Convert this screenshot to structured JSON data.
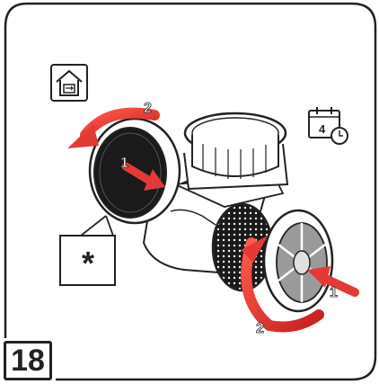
{
  "step": {
    "number": "18"
  },
  "callout": {
    "symbol": "*"
  },
  "arrows": {
    "left_rotate_step": "2",
    "left_push_step": "1",
    "right_rotate_step": "2",
    "right_push_step": "1"
  },
  "icons": {
    "house": "home-recirculation-icon",
    "calendar": "calendar-maintenance-icon"
  },
  "colors": {
    "arrow_red": "#e53935",
    "outline": "#222222",
    "filter_dark": "#1a1a1a",
    "filter_grey": "#9a9a9a"
  }
}
